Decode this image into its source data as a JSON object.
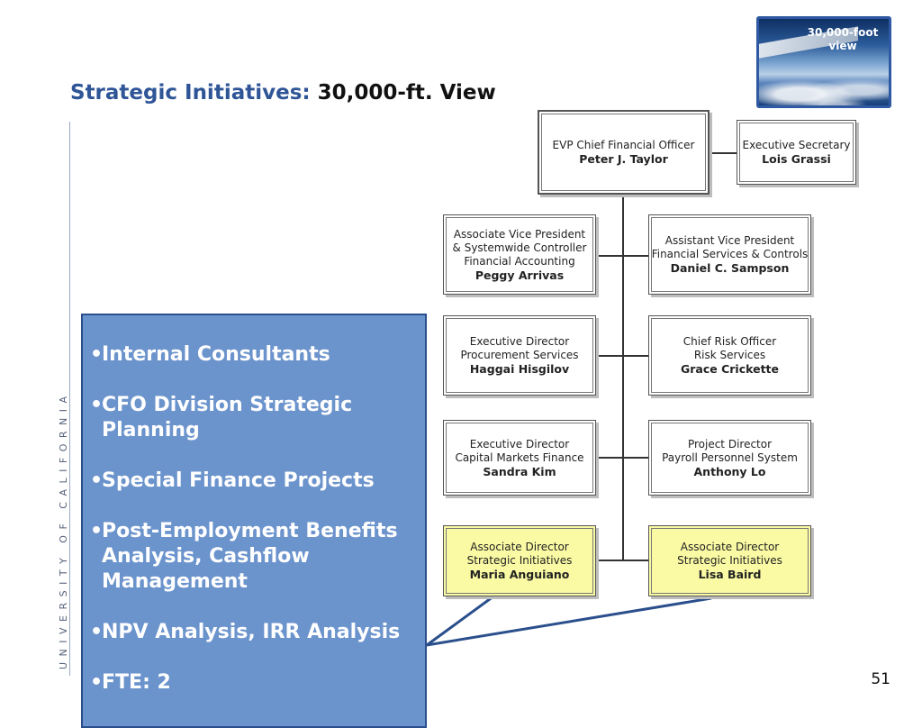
{
  "title": {
    "part1": "Strategic Initiatives:",
    "part2": "30,000-ft. View"
  },
  "badge": {
    "line1": "30,000-foot",
    "line2": "view"
  },
  "university": "UNIVERSITY OF CALIFORNIA",
  "bullets": [
    "Internal Consultants",
    "CFO Division Strategic Planning",
    "Special Finance Projects",
    "Post-Employment Benefits Analysis, Cashflow Management",
    "NPV Analysis, IRR Analysis",
    "FTE: 2"
  ],
  "bullet_symbol": "•",
  "org": {
    "cfo": {
      "role": "EVP Chief Financial Officer",
      "name": "Peter J. Taylor"
    },
    "secretary": {
      "role": "Executive Secretary",
      "name": "Lois Grassi"
    },
    "left": [
      {
        "role_lines": [
          "Associate Vice President",
          "& Systemwide Controller",
          "Financial Accounting"
        ],
        "name": "Peggy Arrivas"
      },
      {
        "role_lines": [
          "Executive Director",
          "Procurement Services"
        ],
        "name": "Haggai Hisgilov"
      },
      {
        "role_lines": [
          "Executive Director",
          "Capital Markets Finance"
        ],
        "name": "Sandra Kim"
      },
      {
        "role_lines": [
          "Associate Director",
          "Strategic Initiatives"
        ],
        "name": "Maria Anguiano"
      }
    ],
    "right": [
      {
        "role_lines": [
          "Assistant Vice President",
          "Financial Services & Controls"
        ],
        "name": "Daniel C. Sampson"
      },
      {
        "role_lines": [
          "Chief Risk Officer",
          "Risk Services"
        ],
        "name": "Grace Crickette"
      },
      {
        "role_lines": [
          "Project Director",
          "Payroll Personnel System"
        ],
        "name": "Anthony Lo"
      },
      {
        "role_lines": [
          "Associate Director",
          "Strategic Initiatives"
        ],
        "name": "Lisa Baird"
      }
    ]
  },
  "colors": {
    "title_blue": "#2f5597",
    "panel_blue": "#6b93cc",
    "highlight_yellow": "#fafaa4"
  },
  "page_number": "51"
}
